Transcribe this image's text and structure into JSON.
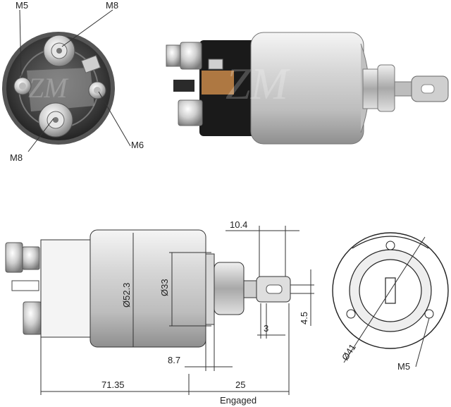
{
  "photo_end": {
    "labels": {
      "m5": "M5",
      "m8_top": "M8",
      "m8_bottom": "M8",
      "m6": "M6"
    }
  },
  "drawing_side": {
    "dims": {
      "stroke_offset": "10.4",
      "body_diameter": "Ø52.3",
      "plunger_diameter": "Ø33",
      "slot_width": "4.5",
      "tab_thickness": "3",
      "flange_offset": "8.7",
      "body_length": "71.35",
      "engaged_length": "25",
      "engaged_caption": "Engaged"
    }
  },
  "drawing_end": {
    "dims": {
      "mount_diameter": "Ø41",
      "thread": "M5"
    }
  },
  "colors": {
    "line": "#222222",
    "metal_light": "#e8e8e8",
    "metal_dark": "#8a8a8a",
    "terminal_black": "#1a1a1a",
    "copper": "#c98a4a"
  }
}
